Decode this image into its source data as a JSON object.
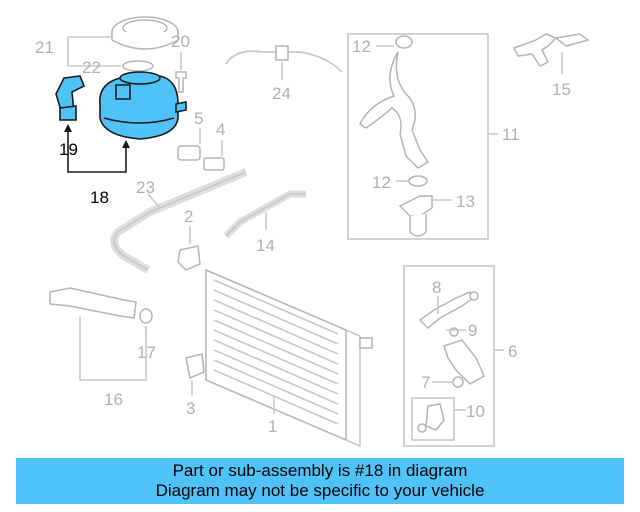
{
  "callouts": {
    "c1": "1",
    "c2": "2",
    "c3": "3",
    "c4": "4",
    "c5": "5",
    "c6": "6",
    "c7": "7",
    "c8": "8",
    "c9": "9",
    "c10": "10",
    "c11": "11",
    "c12a": "12",
    "c12b": "12",
    "c13": "13",
    "c14": "14",
    "c15": "15",
    "c16": "16",
    "c17": "17",
    "c18": "18",
    "c19": "19",
    "c20": "20",
    "c21": "21",
    "c22": "22",
    "c23": "23",
    "c24": "24"
  },
  "highlighted_part": "18",
  "colors": {
    "highlight": "#4fc3f7",
    "outline": "#1a1a1a",
    "ghost": "#b4b4b4"
  },
  "banner": {
    "line1": "Part or sub-assembly is #18 in diagram",
    "line2": "Diagram may not be specific to your vehicle"
  }
}
